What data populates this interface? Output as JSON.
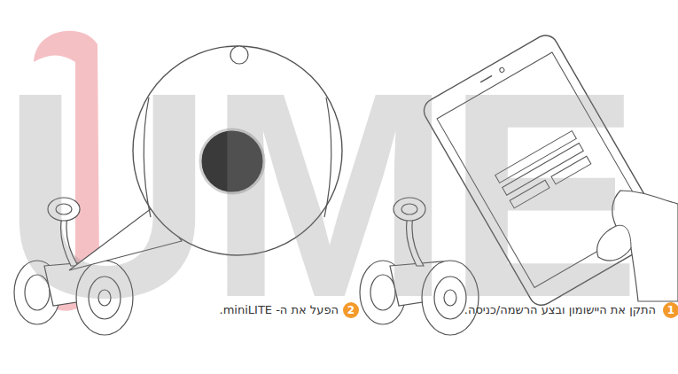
{
  "diagram": {
    "nodes": [
      {
        "text": [
          "1"
        ]
      },
      {
        "text": [
          "2"
        ]
      }
    ],
    "labels": [
      "התקן את היישומון ובצע הרשמה/כניסה.",
      "הפעל את ה- miniLITE.",
      "UME"
    ]
  }
}
